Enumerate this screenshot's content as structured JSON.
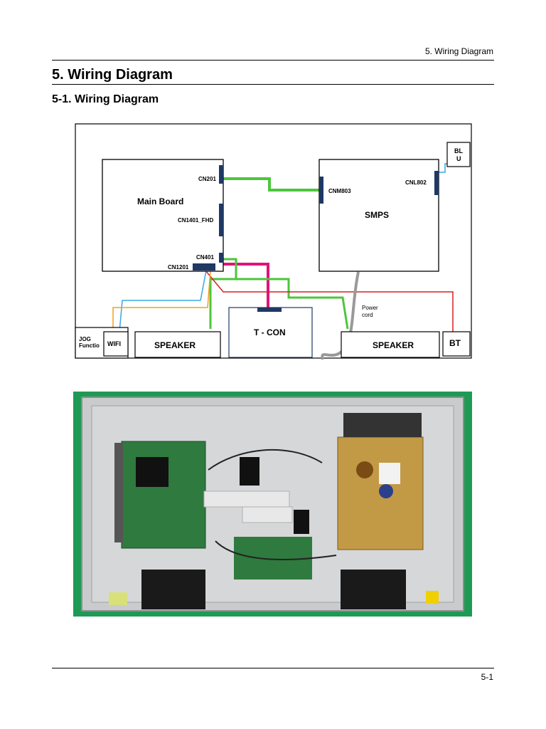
{
  "header": {
    "section_label": "5. Wiring Diagram"
  },
  "title": "5. Wiring Diagram",
  "subtitle": "5-1. Wiring Diagram",
  "diagram": {
    "main_board": {
      "title": "Main Board",
      "cn201": "CN201",
      "cn1401": "CN1401_FHD",
      "cn401": "CN401",
      "cn1201": "CN1201"
    },
    "smps": {
      "title": "SMPS",
      "cnm803": "CNM803",
      "cnl802": "CNL802"
    },
    "blu": {
      "line1": "BL",
      "line2": "U"
    },
    "tcon": "T - CON",
    "speaker_left": "SPEAKER",
    "speaker_right": "SPEAKER",
    "jog": {
      "line1": "JOG",
      "line2": "Functio"
    },
    "wifi": "WIFI",
    "bt": "BT",
    "power_cord": {
      "line1": "Power",
      "line2": "cord"
    },
    "wire_colors": {
      "green": "#4cc63c",
      "magenta": "#e2127a",
      "red": "#d62020",
      "blue": "#3aa8e0",
      "orange": "#f0a020",
      "gray": "#999999"
    }
  },
  "footer": {
    "page_number": "5-1"
  }
}
